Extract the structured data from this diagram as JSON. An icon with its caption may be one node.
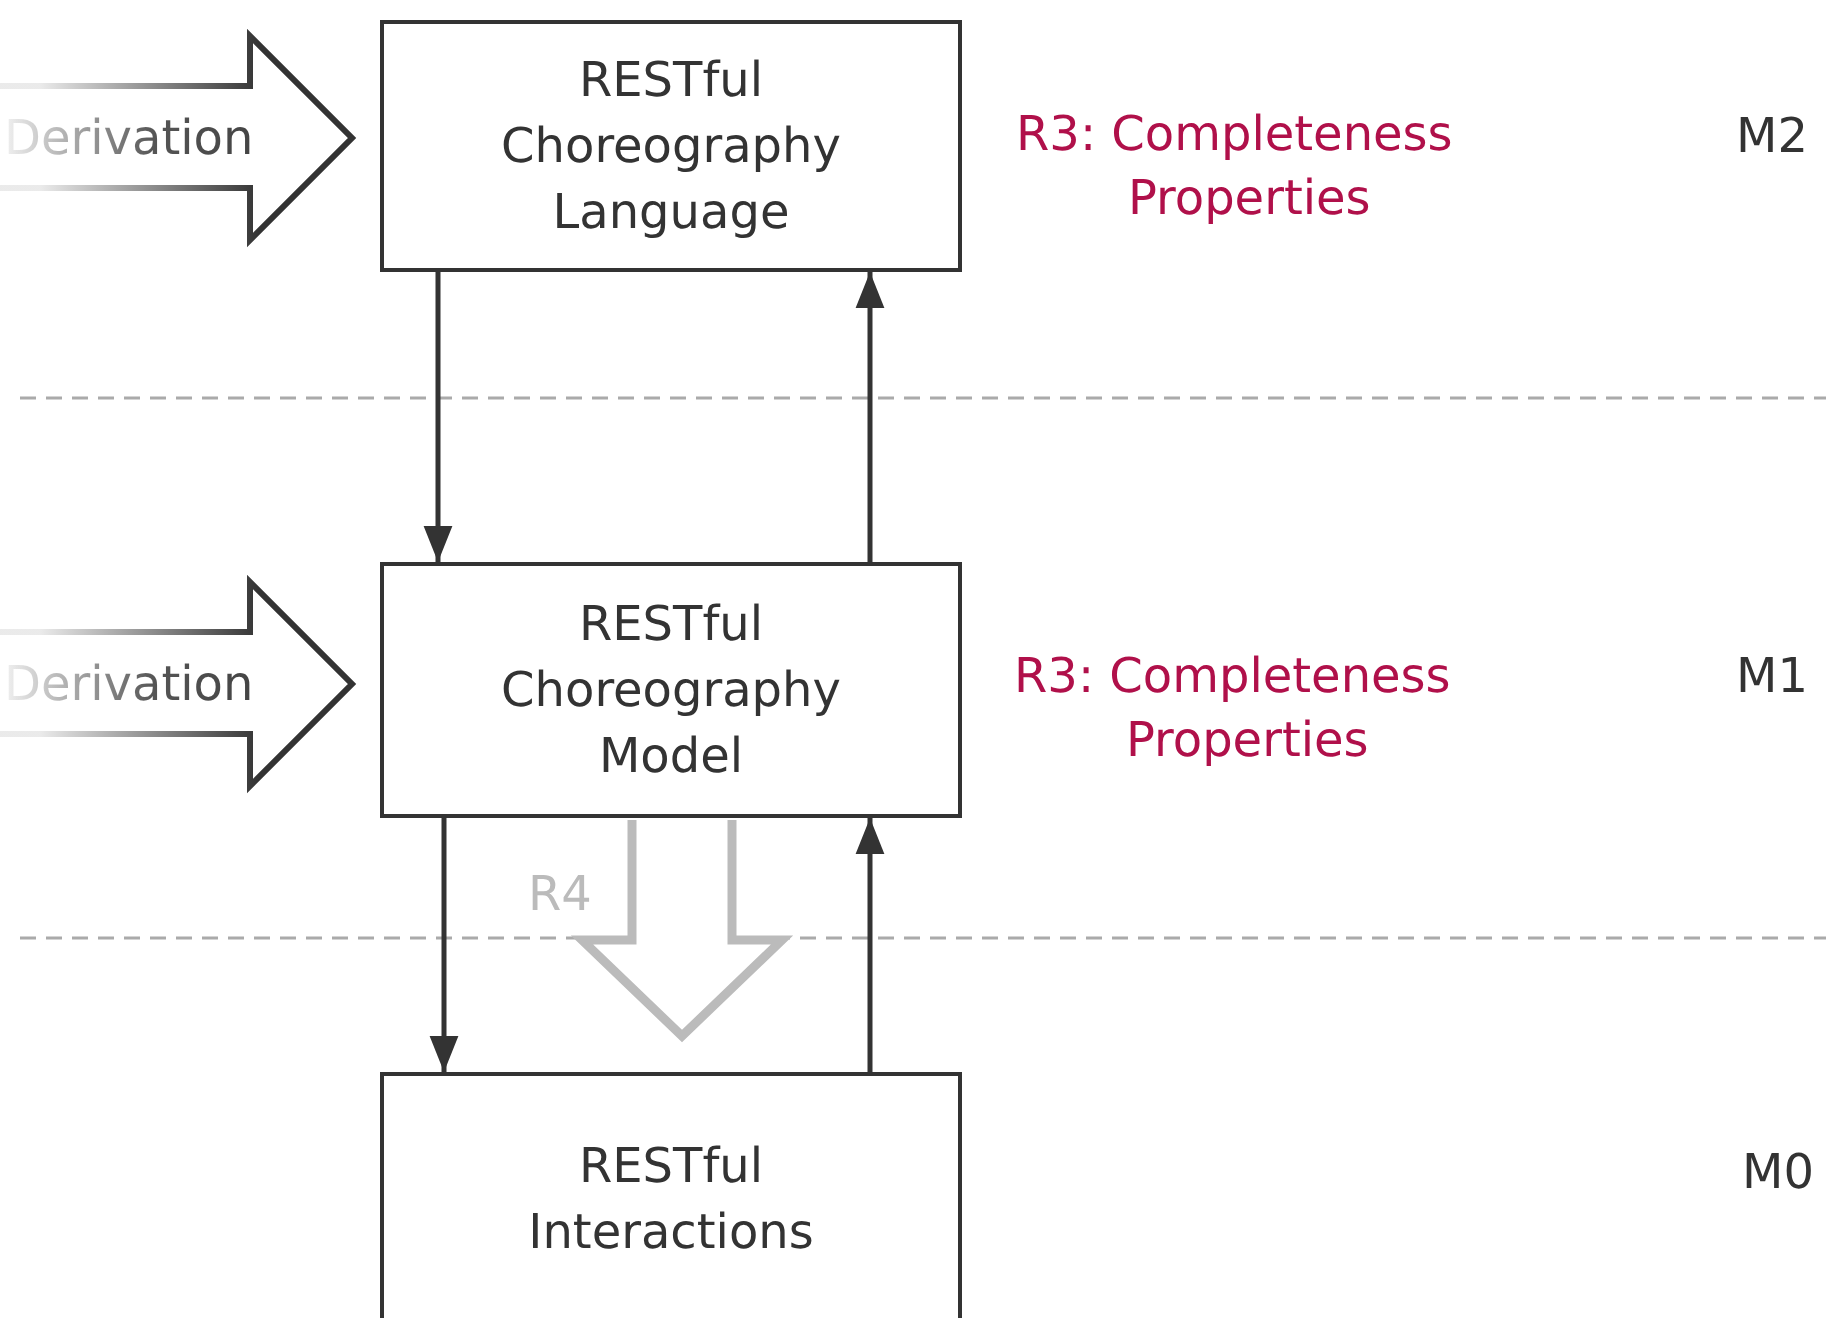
{
  "diagram": {
    "nodes": [
      {
        "text": [
          "Derivation"
        ]
      },
      {
        "text": [
          "RESTful Choreography Language"
        ]
      },
      {
        "text": [
          "Derivation"
        ]
      },
      {
        "text": [
          "RESTful Choreography Model"
        ]
      },
      {
        "text": [
          "RESTful Interactions"
        ]
      }
    ],
    "edges": [
      {
        "from": 1,
        "to": 3,
        "arrow": "to"
      },
      {
        "from": 3,
        "to": 1,
        "arrow": "to"
      },
      {
        "from": 3,
        "to": 4,
        "arrow": "to"
      },
      {
        "from": 4,
        "to": 3,
        "arrow": "to"
      },
      {
        "from": 3,
        "to": 4,
        "arrow": "to",
        "label": "R4",
        "style": "thick",
        "color": "#bbbbbb"
      }
    ],
    "labels": [
      "R3: Completeness Properties",
      "M2",
      "R3: Completeness Properties",
      "M1",
      "M0"
    ]
  }
}
